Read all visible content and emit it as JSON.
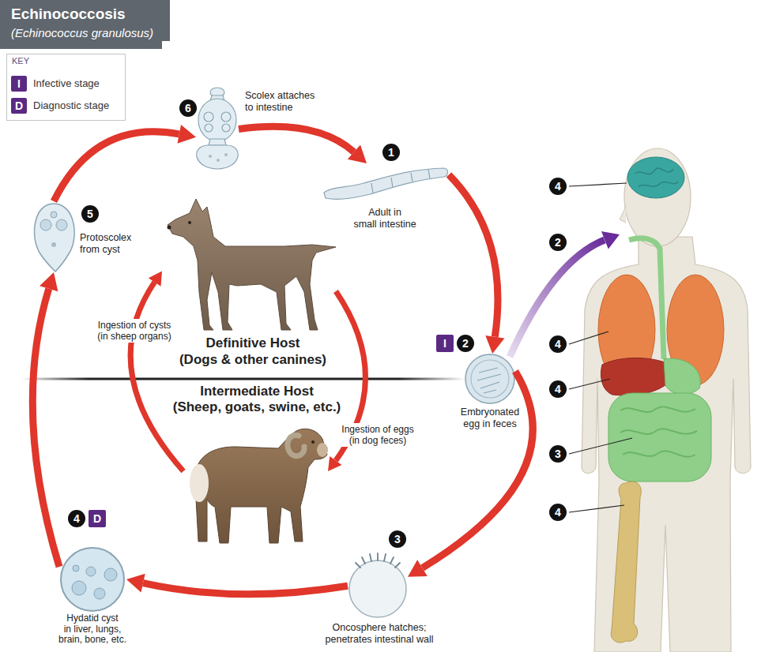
{
  "diagram": {
    "title": "Echinococcosis",
    "nodes": [
      {
        "text": [
          "Scolex attaches to intestine"
        ]
      },
      {
        "text": [
          "Adult in small intestine"
        ]
      },
      {
        "text": [
          "Embryonated egg in feces"
        ]
      },
      {
        "text": [
          "Oncosphere hatches; penetrates intestinal wall"
        ]
      },
      {
        "text": [
          "Hydatid cyst in liver, lungs, brain, bone, etc."
        ]
      },
      {
        "text": [
          "Protoscolex from cyst"
        ]
      },
      {
        "text": [
          "Definitive Host",
          "(Dogs & other canines)"
        ]
      },
      {
        "text": [
          "Intermediate Host",
          "(Sheep, goats, swine, etc.)"
        ]
      }
    ],
    "edges": [
      {
        "from": 0,
        "to": 1,
        "arrow": "to"
      },
      {
        "from": 1,
        "to": 2,
        "arrow": "to"
      },
      {
        "from": 2,
        "to": 3,
        "arrow": "to"
      },
      {
        "from": 3,
        "to": 4,
        "arrow": "to"
      },
      {
        "from": 4,
        "to": 5,
        "arrow": "to"
      },
      {
        "from": 5,
        "to": 0,
        "arrow": "to"
      },
      {
        "from": 7,
        "to": 6,
        "label": "Ingestion of cysts (in sheep organs)",
        "arrow": "to"
      },
      {
        "from": 6,
        "to": 7,
        "label": "Ingestion of eggs (in dog feces)",
        "arrow": "to"
      }
    ],
    "labels": [
      "(Echinococcus granulosus)",
      "KEY",
      "I",
      "D",
      "6",
      "1",
      "I",
      "2",
      "3",
      "4",
      "D",
      "5",
      "4",
      "2",
      "4",
      "4",
      "3",
      "4"
    ],
    "legend": [
      {
        "text": "Infective stage",
        "color": "#5a2a82"
      },
      {
        "text": "Diagnostic stage",
        "color": "#5a2a82"
      }
    ]
  }
}
